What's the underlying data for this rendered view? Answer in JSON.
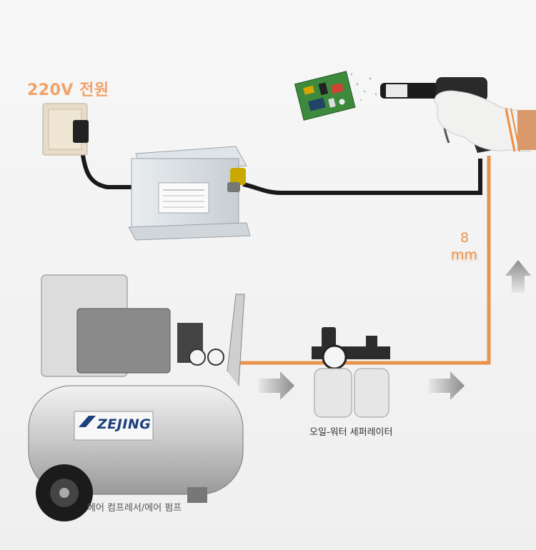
{
  "labels": {
    "power": "220V 전원",
    "tube_size_number": "8",
    "tube_size_unit": "mm",
    "filter": "오일-워터 세퍼레이터",
    "compressor": "에어 컴프레서/에어 펌프",
    "brand": "ZEJING"
  },
  "colors": {
    "air_line": "#e8924a",
    "cable": "#1a1a1a",
    "power_label": "#f1a26a",
    "arrow": "#8c8c8c"
  }
}
